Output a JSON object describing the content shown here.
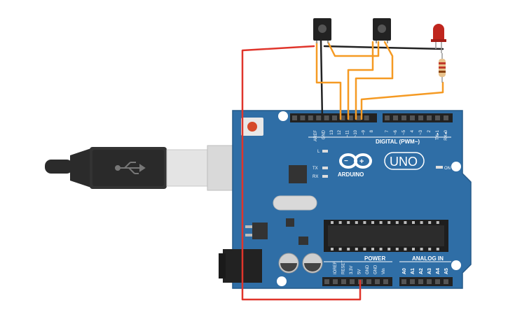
{
  "board": {
    "brand": "ARDUINO",
    "model": "UNO",
    "digital_header": "DIGITAL (PWM~)",
    "power_header": "POWER",
    "analog_header": "ANALOG IN",
    "on_label": "ON",
    "led_l": "L",
    "led_tx": "TX",
    "led_rx": "RX",
    "top_pins": [
      "AREF",
      "GND",
      "13",
      "12",
      "~11",
      "~10",
      "~9",
      "8",
      "7",
      "~6",
      "~5",
      "4",
      "~3",
      "2",
      "TX▸1",
      "RX◂0"
    ],
    "power_pins": [
      "IOREF",
      "RESET",
      "3.3V",
      "5V",
      "GND",
      "GND",
      "Vin"
    ],
    "analog_pins": [
      "A0",
      "A1",
      "A2",
      "A3",
      "A4",
      "A5"
    ],
    "colors": {
      "board": "#2f6ea6",
      "header": "#222222",
      "wire_orange": "#f59a23",
      "wire_red": "#e0352b",
      "wire_black": "#222222",
      "led": "#c0261e",
      "usb_plug": "#2b2b2b"
    }
  },
  "components": {
    "buttons": [
      "push-button-1",
      "push-button-2"
    ],
    "led": "red-led",
    "resistor": "resistor"
  }
}
